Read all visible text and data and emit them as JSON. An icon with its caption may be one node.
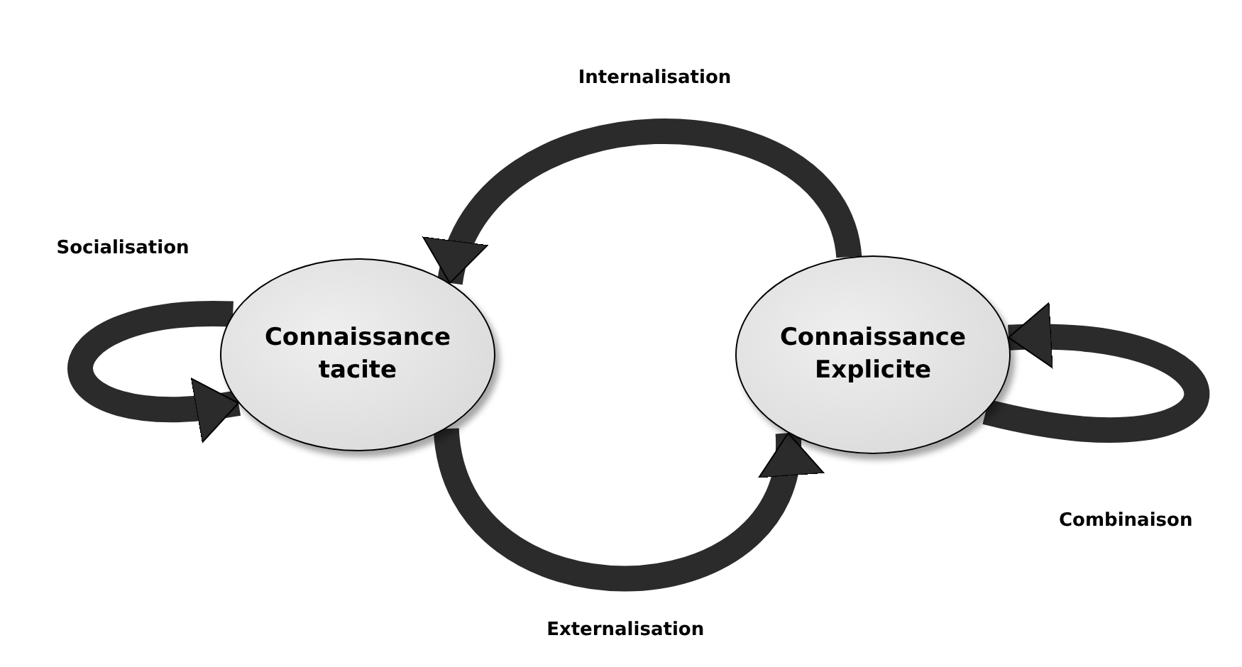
{
  "diagram": {
    "nodes": [
      {
        "text": [
          "Connaissance tacite"
        ]
      },
      {
        "text": [
          "Connaissance Explicite"
        ]
      }
    ],
    "edges": [
      {
        "from": 1,
        "to": 0,
        "arrow": "to",
        "label": "Internalisation"
      },
      {
        "from": 0,
        "to": 0,
        "arrow": "to",
        "label": "Socialisation"
      },
      {
        "from": 0,
        "to": 1,
        "arrow": "to",
        "label": "Externalisation"
      },
      {
        "from": 1,
        "to": 1,
        "arrow": "to",
        "label": "Combinaison"
      }
    ]
  }
}
